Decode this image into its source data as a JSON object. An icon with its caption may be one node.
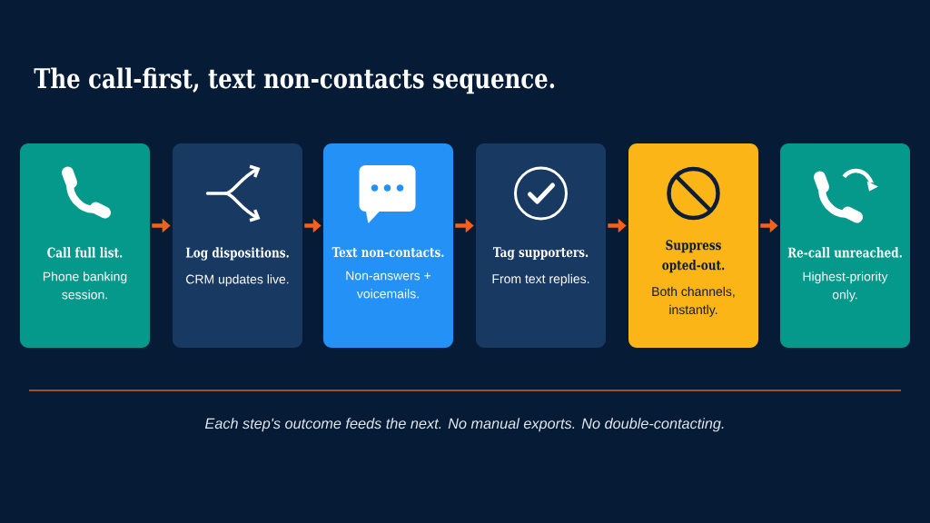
{
  "diagram": {
    "title": "The call-first, text non-contacts sequence.",
    "caption": "Each step's outcome feeds the next. No manual exports. No double-contacting.",
    "nodes": [
      {
        "text": [
          "Call full list.",
          "Phone banking session."
        ]
      },
      {
        "text": [
          "Log dispositions.",
          "CRM updates live."
        ]
      },
      {
        "text": [
          "Text non-contacts.",
          "Non-answers + voicemails."
        ]
      },
      {
        "text": [
          "Tag supporters.",
          "From text replies."
        ]
      },
      {
        "text": [
          "Suppress opted-out.",
          "Both channels, instantly."
        ]
      },
      {
        "text": [
          "Re-call unreached.",
          "Highest-priority only."
        ]
      }
    ],
    "edges": [
      {
        "from": 0,
        "to": 1,
        "arrow": "to"
      },
      {
        "from": 1,
        "to": 2,
        "arrow": "to"
      },
      {
        "from": 2,
        "to": 3,
        "arrow": "to"
      },
      {
        "from": 3,
        "to": 4,
        "arrow": "to"
      },
      {
        "from": 4,
        "to": 5,
        "arrow": "to"
      }
    ]
  }
}
